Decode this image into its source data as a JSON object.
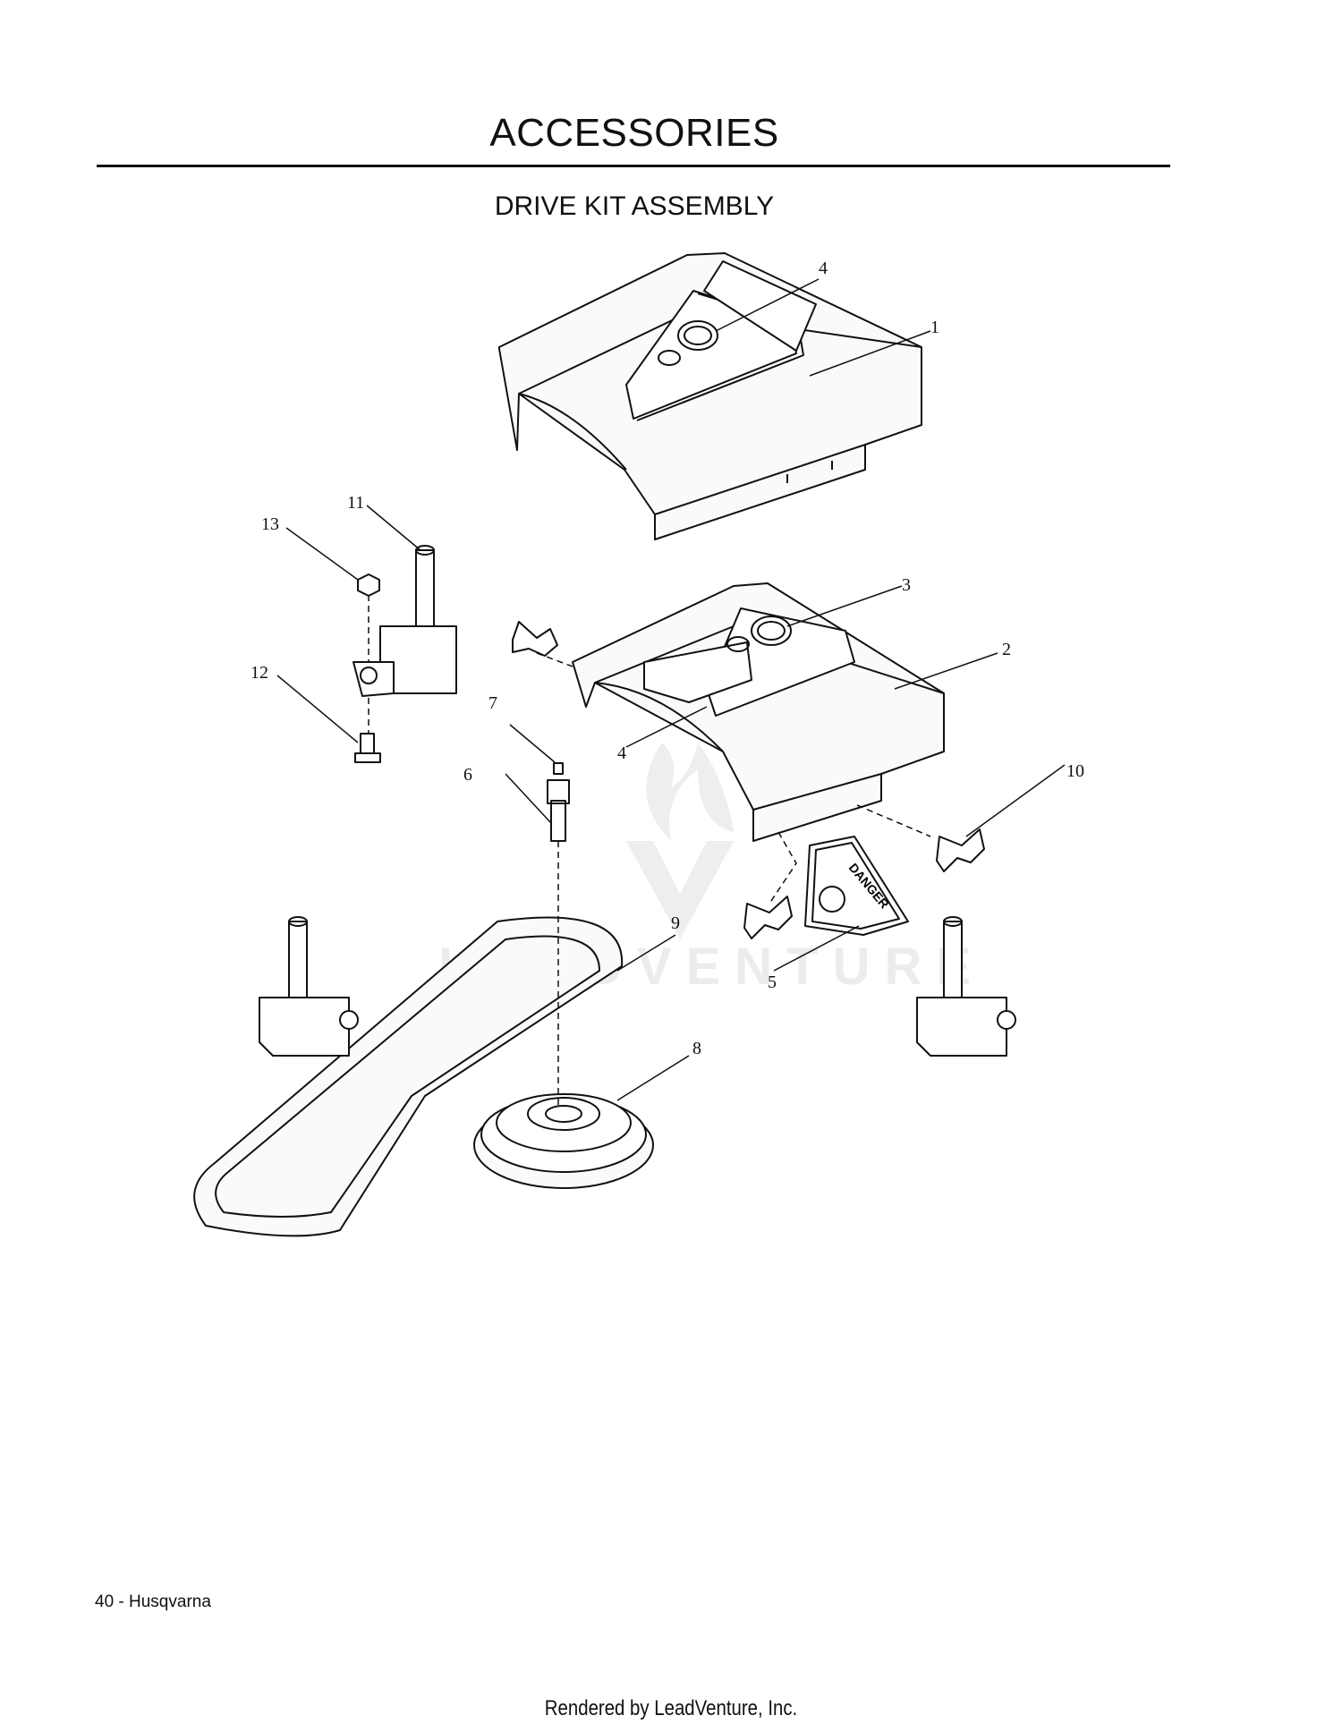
{
  "header": {
    "title": "ACCESSORIES"
  },
  "section": {
    "title": "DRIVE KIT ASSEMBLY"
  },
  "callouts": [
    "1",
    "2",
    "3",
    "4",
    "4",
    "5",
    "6",
    "7",
    "8",
    "9",
    "10",
    "11",
    "12",
    "13"
  ],
  "decal": {
    "text": "DANGER"
  },
  "watermark": {
    "text": "LEADVENTURE"
  },
  "footer": {
    "page_label": "40 - Husqvarna",
    "rendered_by": "Rendered by LeadVenture, Inc."
  }
}
